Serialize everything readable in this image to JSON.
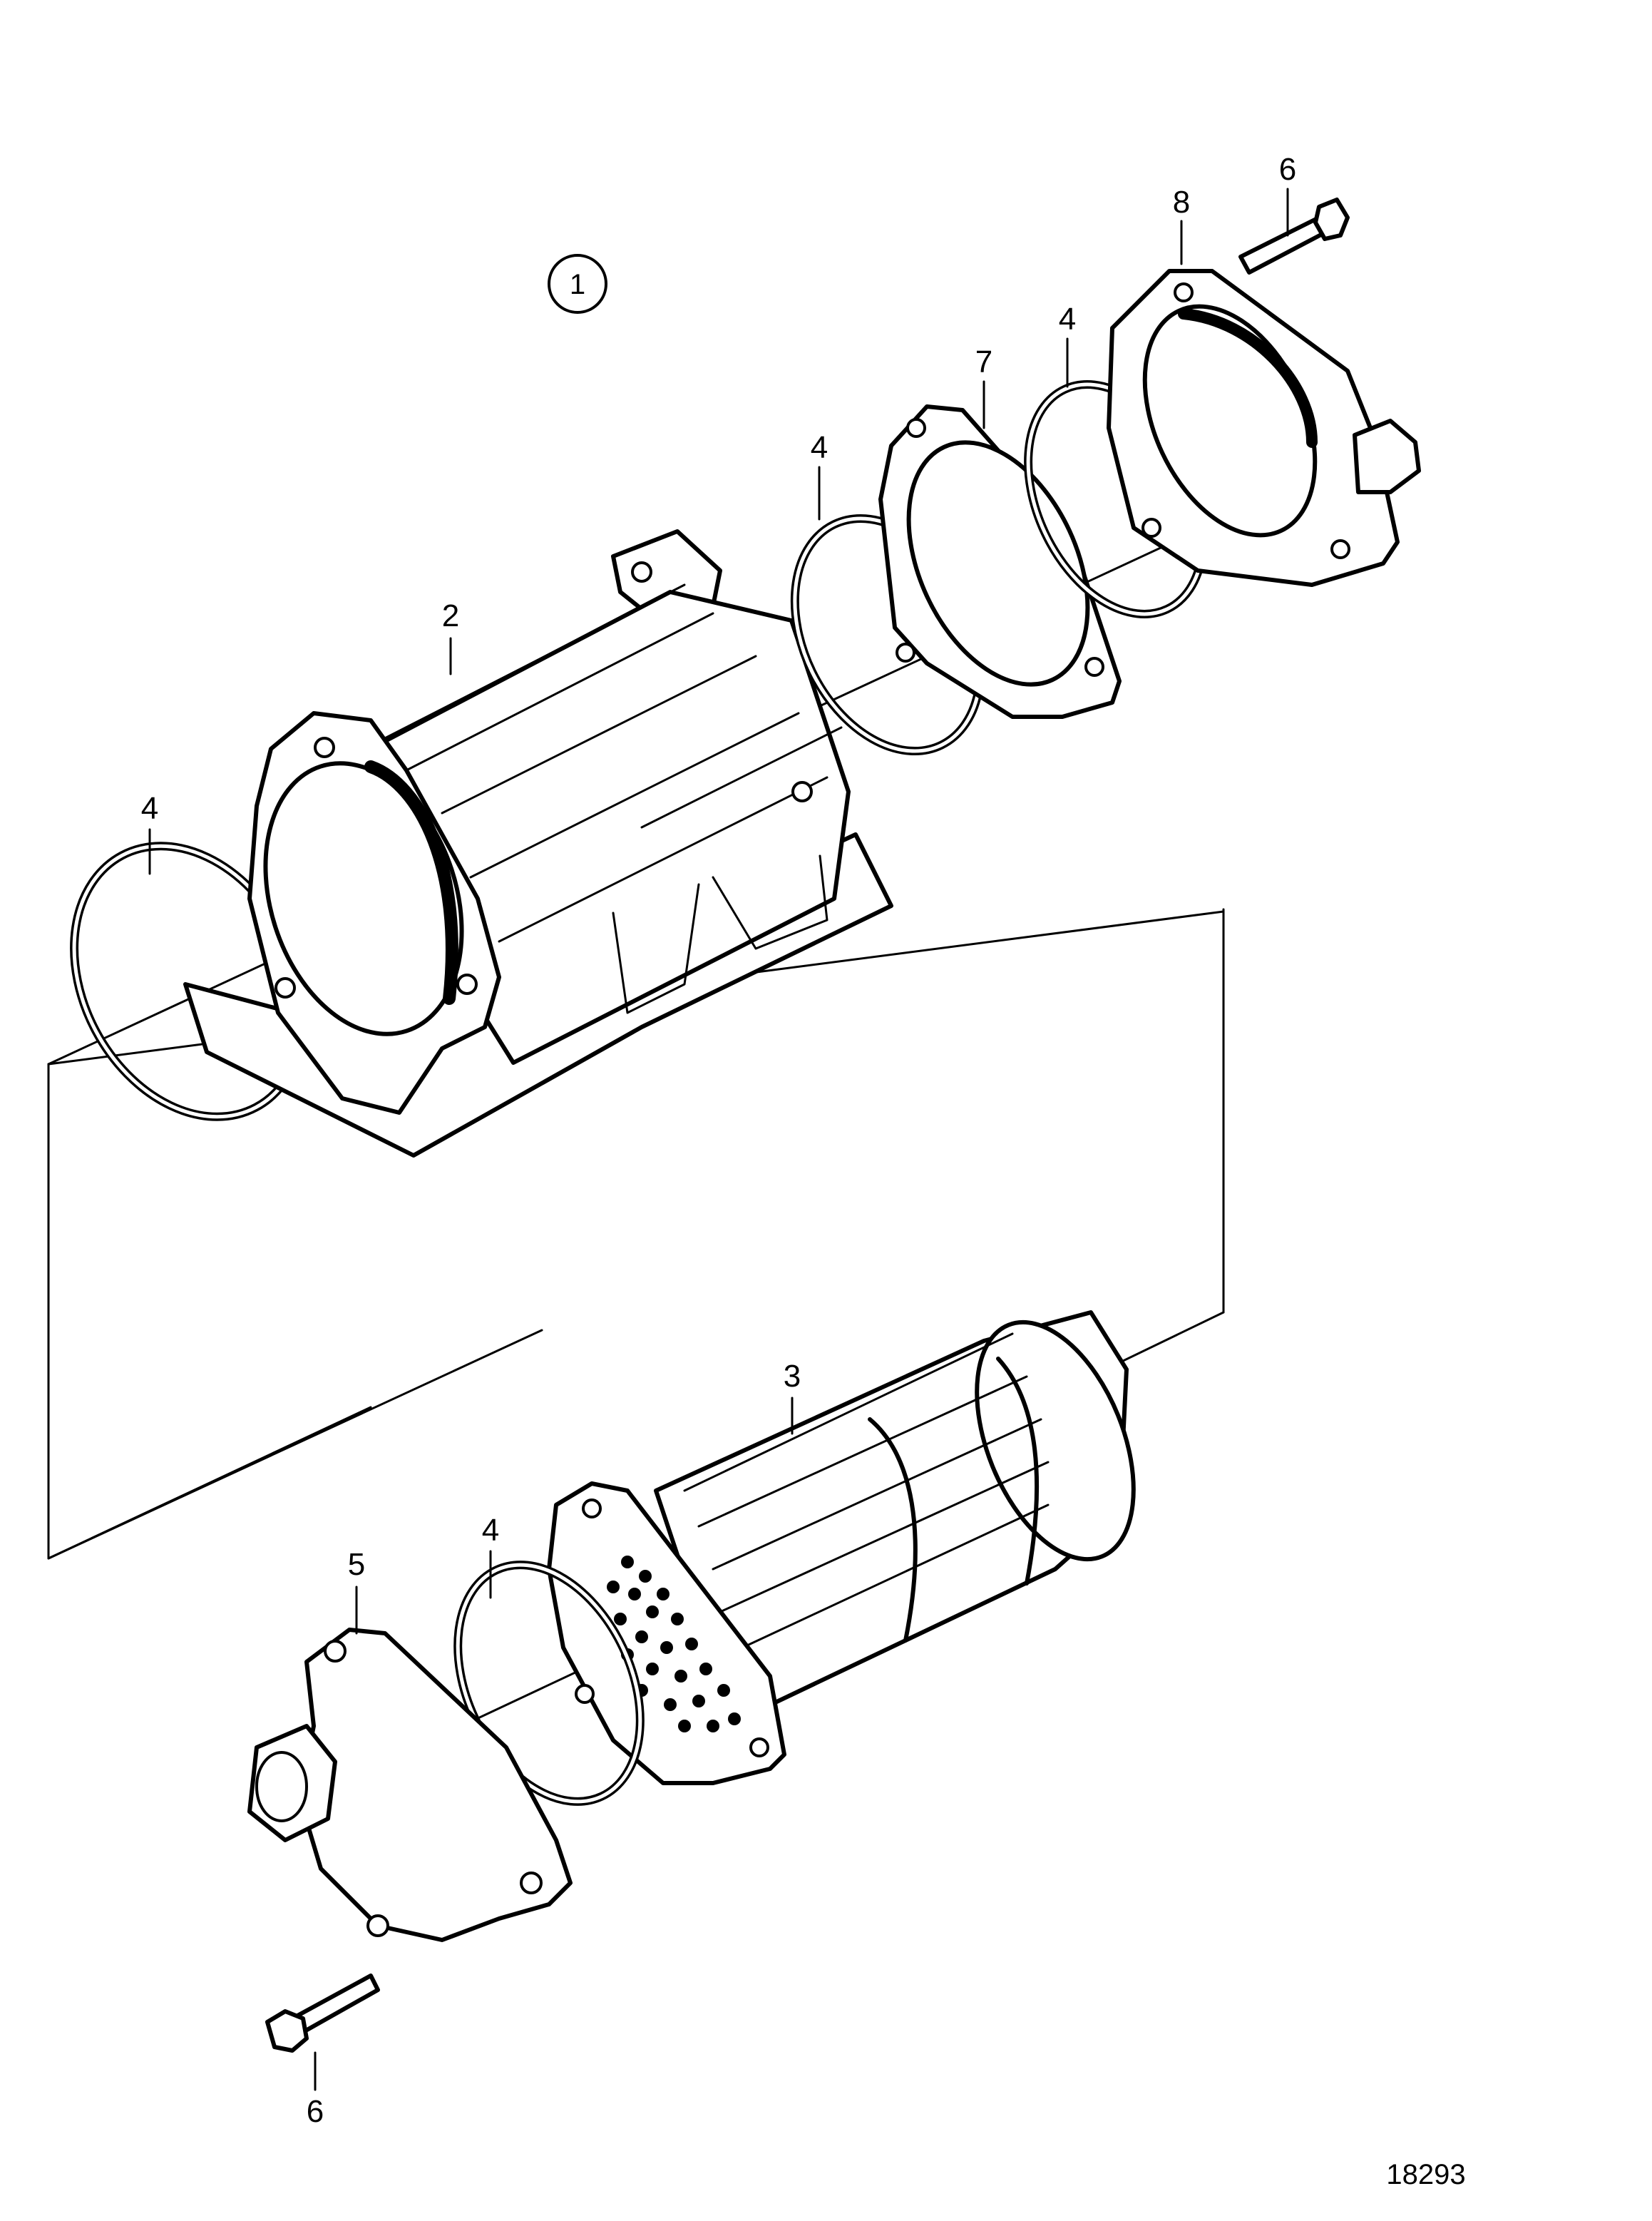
{
  "figure": {
    "view_number": "1",
    "drawing_number": "18293"
  },
  "callouts": [
    {
      "id": "c-2",
      "label": "2",
      "part": "cooler-housing"
    },
    {
      "id": "c-3",
      "label": "3",
      "part": "tube-insert"
    },
    {
      "id": "c-4a",
      "label": "4",
      "part": "o-ring-housing-left"
    },
    {
      "id": "c-4b",
      "label": "4",
      "part": "o-ring-housing-right"
    },
    {
      "id": "c-4c",
      "label": "4",
      "part": "o-ring-end-cover"
    },
    {
      "id": "c-4d",
      "label": "4",
      "part": "o-ring-lower-cover"
    },
    {
      "id": "c-5",
      "label": "5",
      "part": "end-cover-lower"
    },
    {
      "id": "c-6a",
      "label": "6",
      "part": "screw-upper"
    },
    {
      "id": "c-6b",
      "label": "6",
      "part": "screw-lower"
    },
    {
      "id": "c-7",
      "label": "7",
      "part": "gasket"
    },
    {
      "id": "c-8",
      "label": "8",
      "part": "end-cover-upper"
    }
  ]
}
